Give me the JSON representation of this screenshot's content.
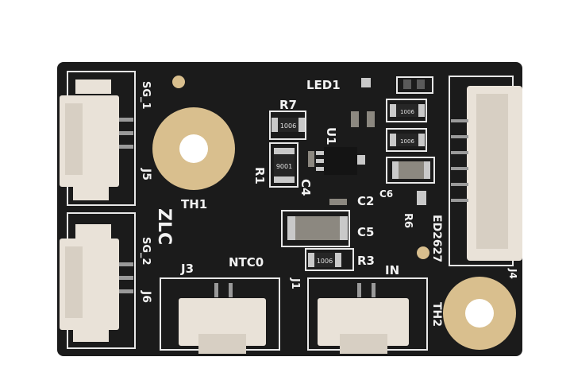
{
  "board": {
    "colors": {
      "pcb": "#1b1b1b",
      "silkscreen": "#f2f2f2",
      "gold_pad": "#d9bf8e",
      "connector": "#e9e2d8"
    },
    "labels": {
      "led1": "LED1",
      "r7": "R7",
      "u1": "U1",
      "r1": "R1",
      "c4": "C4",
      "c2": "C2",
      "c5": "C5",
      "r3": "R3",
      "c6": "C6",
      "r6": "R6",
      "sg1": "SG_1",
      "j5": "J5",
      "th1": "TH1",
      "zlc": "ZLC",
      "sg2": "SG_2",
      "j6": "J6",
      "j3": "J3",
      "ntc0": "NTC0",
      "j1": "J1",
      "in": "IN",
      "ed": "ED2627",
      "th2": "TH2",
      "j4": "J4"
    },
    "component_marks": {
      "r7_value": "1006",
      "r1_value": "9001",
      "r3_value": "1006",
      "r_right_a": "1006",
      "r_right_b": "1006"
    }
  }
}
